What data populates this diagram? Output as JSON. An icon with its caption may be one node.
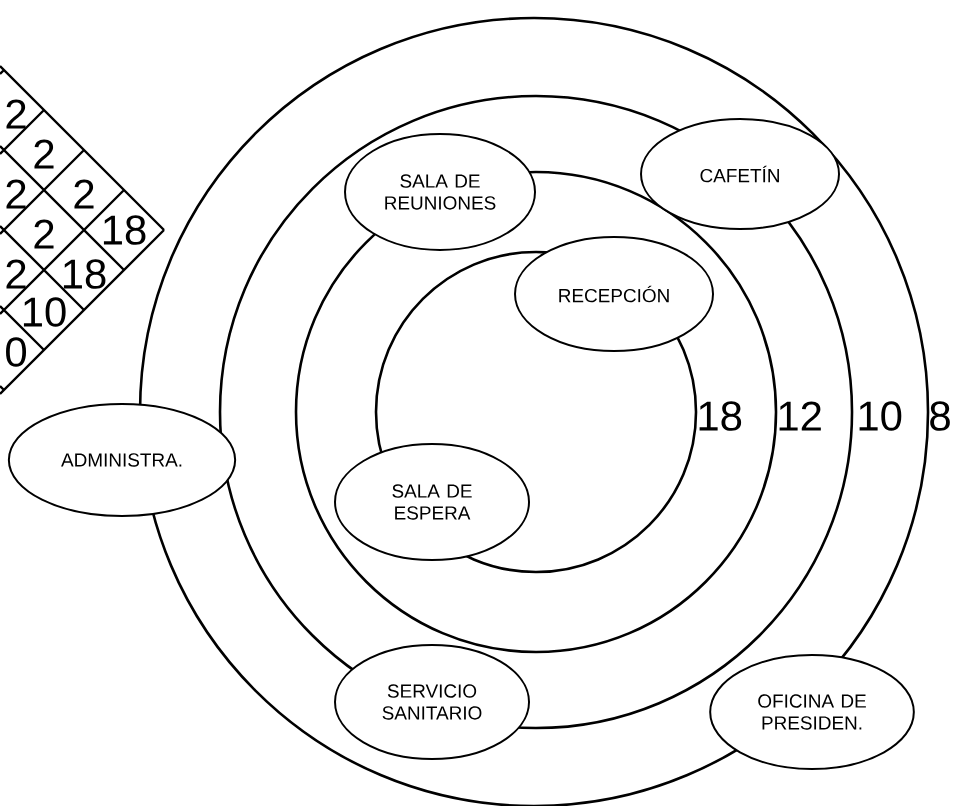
{
  "diagram": {
    "nodes": [
      {
        "text": [
          "SALA DE REUNIONES"
        ]
      },
      {
        "text": [
          "CAFETÍN"
        ]
      },
      {
        "text": [
          "RECEPCIÓN"
        ]
      },
      {
        "text": [
          "ADMINISTRA."
        ]
      },
      {
        "text": [
          "SALA DE ESPERA"
        ]
      },
      {
        "text": [
          "SERVICIO SANITARIO"
        ]
      },
      {
        "text": [
          "OFICINA DE PRESIDEN."
        ]
      }
    ],
    "edges": [],
    "labels": [
      "2",
      "2",
      "2",
      "2",
      "2",
      "18",
      "2",
      "18",
      "10",
      "0",
      "18",
      "12",
      "10",
      "8"
    ]
  }
}
